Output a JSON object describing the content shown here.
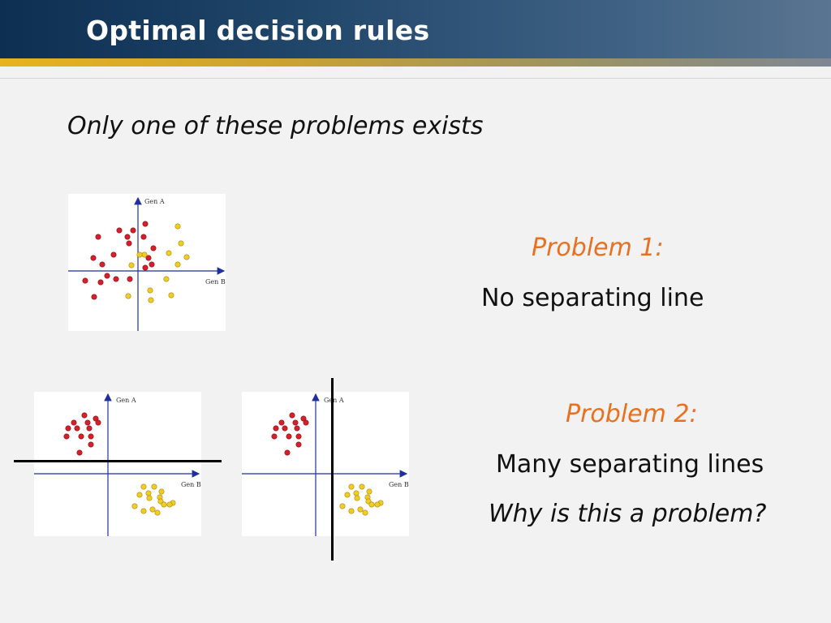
{
  "slide": {
    "title": "Optimal decision rules",
    "subtitle": "Only one of these problems exists"
  },
  "problem1": {
    "heading": "Problem 1:",
    "description": "No separating line"
  },
  "problem2": {
    "heading": "Problem 2:",
    "description": "Many separating lines",
    "question": "Why is this a problem?"
  },
  "plots": {
    "axis_y_label": "Gen A",
    "axis_x_label": "Gen B",
    "colors": {
      "red": "#d61f2a",
      "yellow": "#f2cc22",
      "axis": "#1f2f9e",
      "line": "#000000"
    }
  }
}
